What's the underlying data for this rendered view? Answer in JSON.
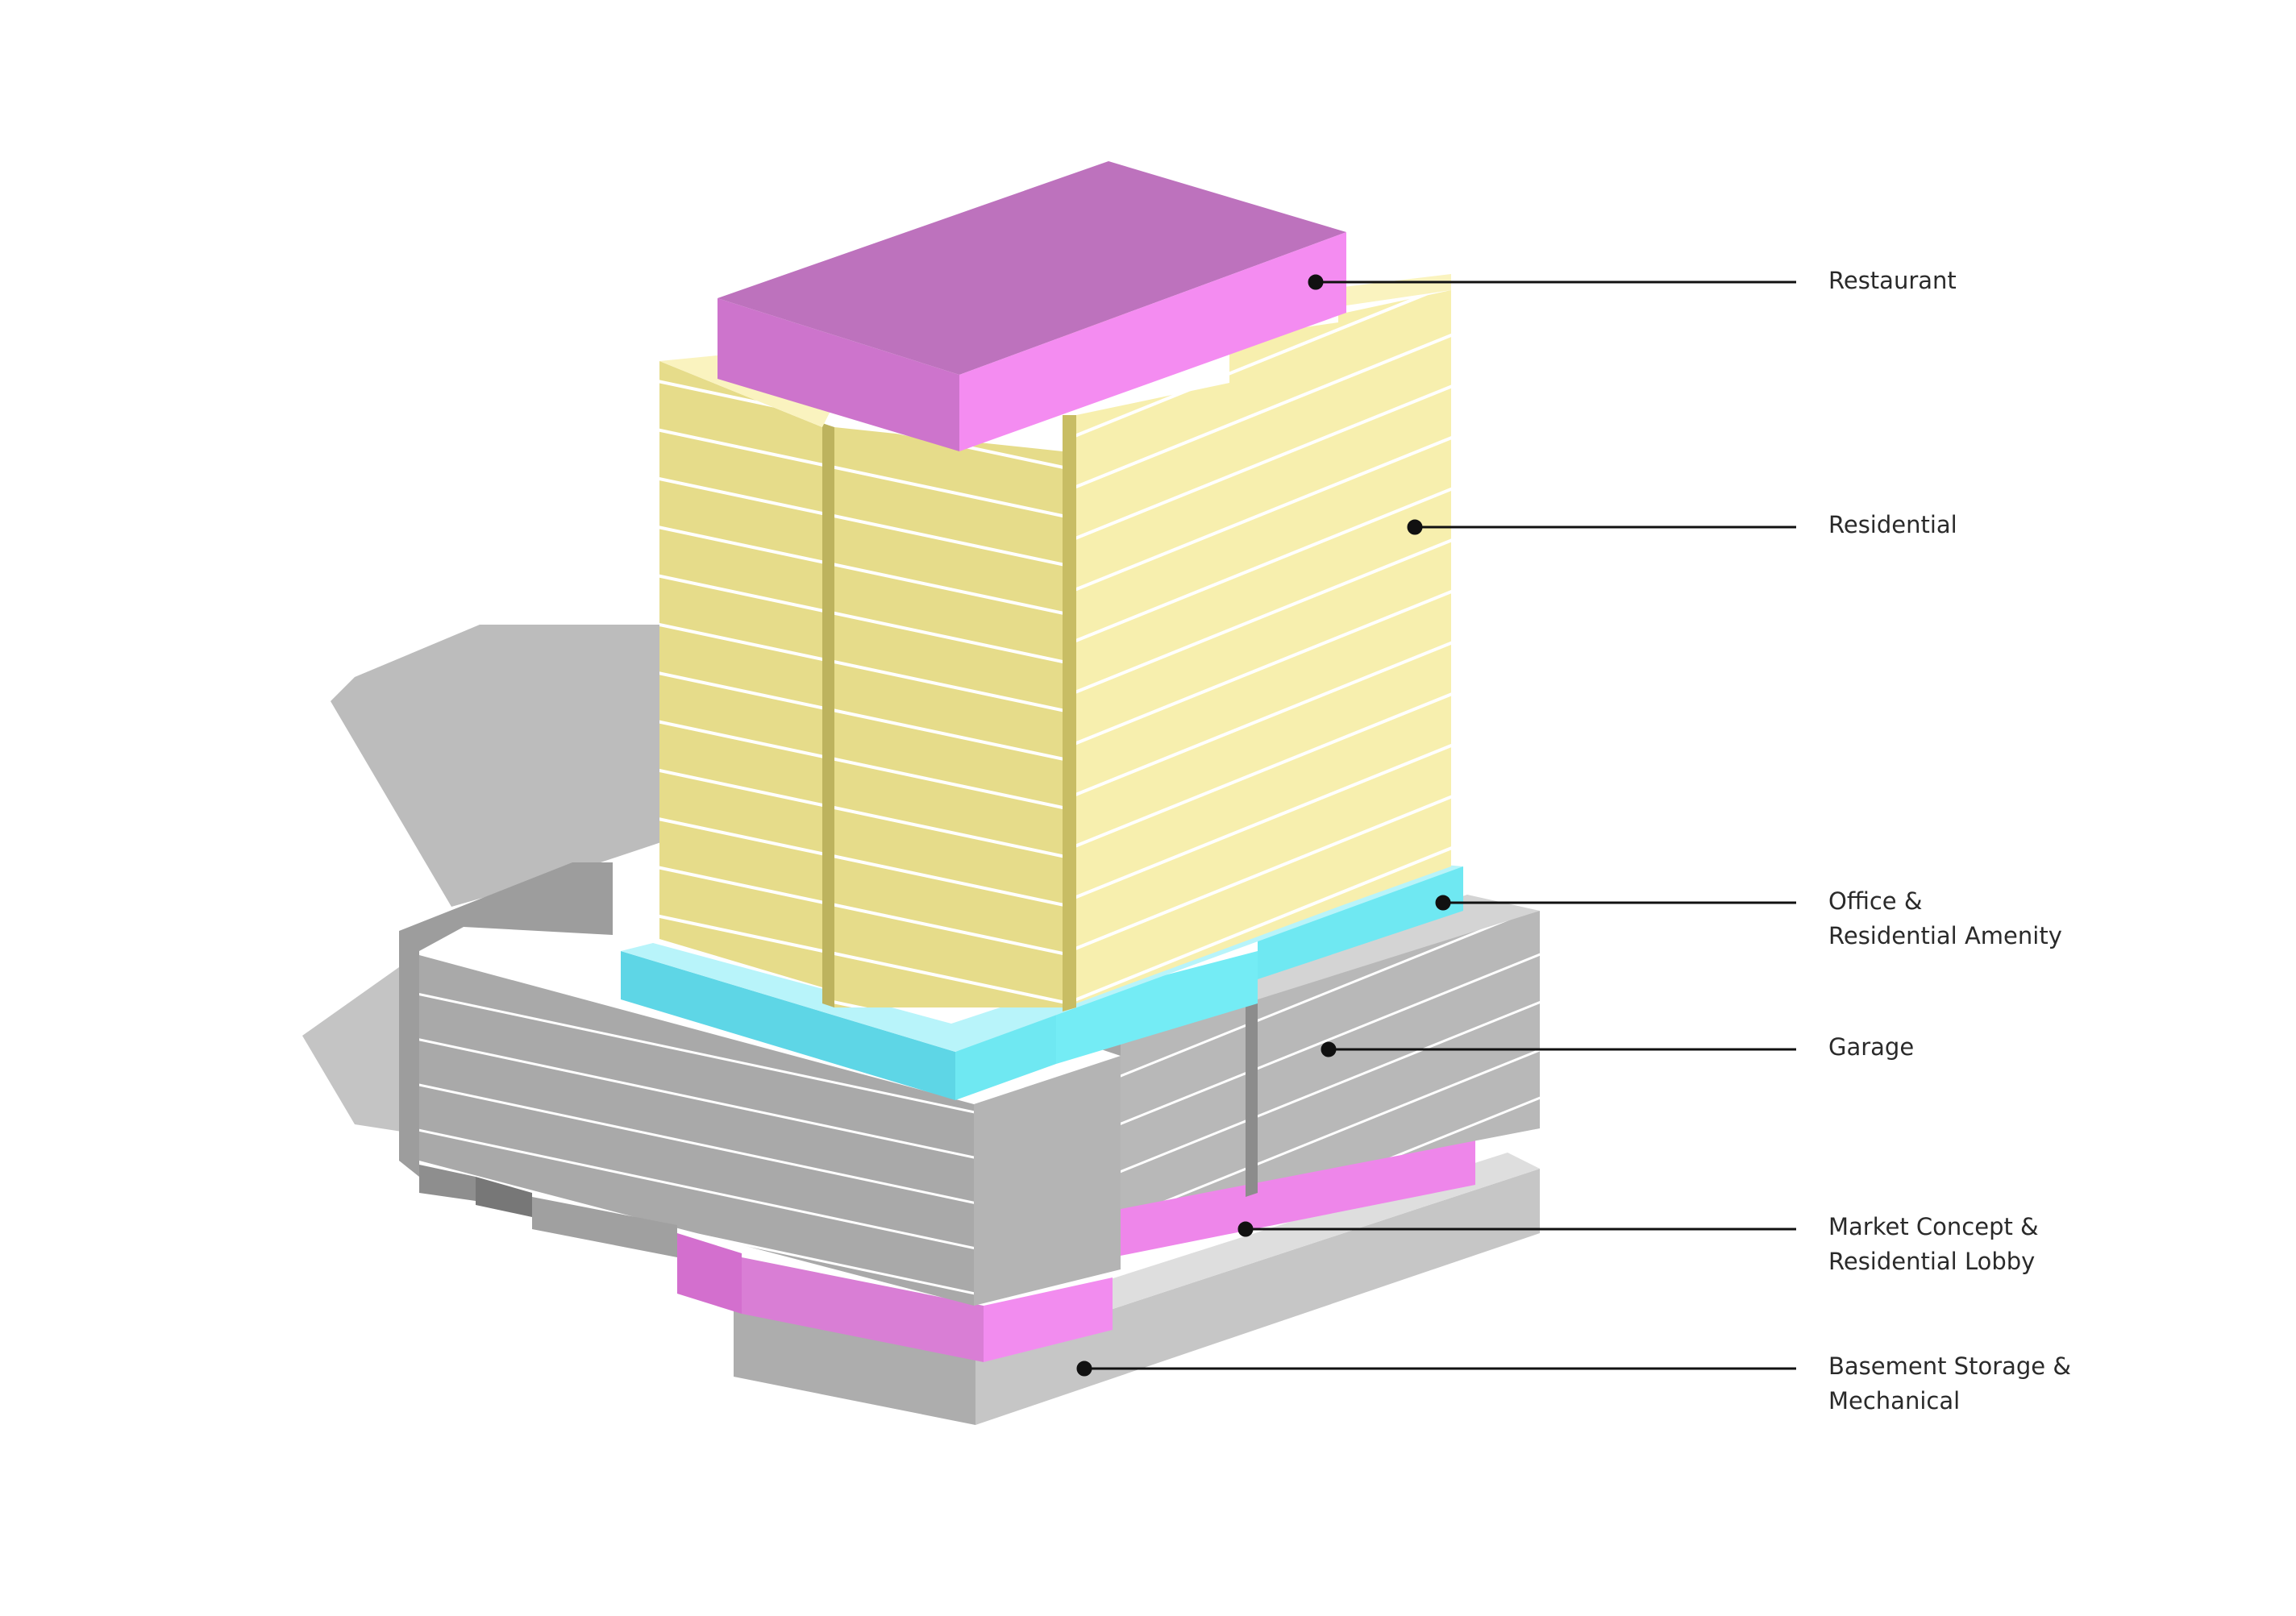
{
  "labels": [
    {
      "key": "restaurant",
      "lines": [
        "Restaurant"
      ]
    },
    {
      "key": "residential",
      "lines": [
        "Residential"
      ]
    },
    {
      "key": "office_amenity",
      "lines": [
        "Office &",
        "Residential Amenity"
      ]
    },
    {
      "key": "garage",
      "lines": [
        "Garage"
      ]
    },
    {
      "key": "market_lobby",
      "lines": [
        "Market Concept &",
        "Residential Lobby"
      ]
    },
    {
      "key": "basement",
      "lines": [
        "Basement Storage &",
        "Mechanical"
      ]
    }
  ],
  "colors": {
    "restaurant": "#f48cf1",
    "residential": "#f5eba4",
    "office_amenity": "#6fe8f2",
    "garage": "#bdbdbd",
    "market": "#ee86ea",
    "basement": "#c6c6c6",
    "shadow": "#b4b4b4",
    "leader": "#111111"
  }
}
